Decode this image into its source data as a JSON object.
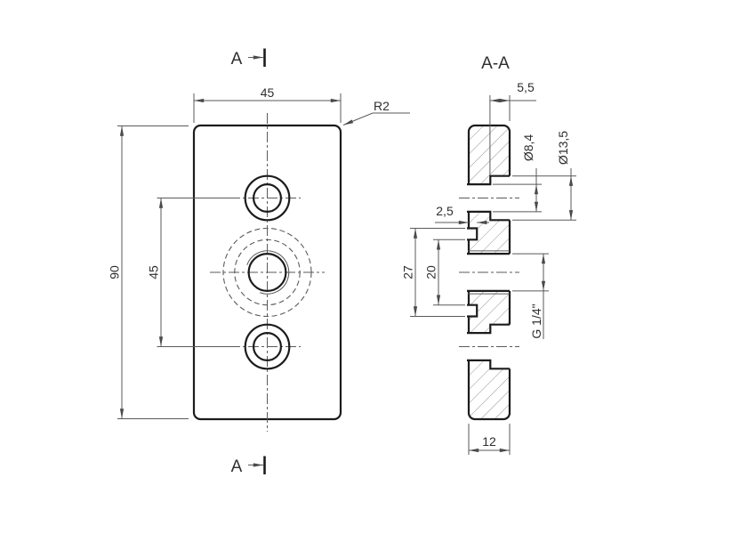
{
  "front": {
    "dim_width": "45",
    "dim_height": "90",
    "dim_hole_spacing": "45",
    "corner_radius": "R2",
    "section_label_top": "A",
    "section_label_bottom": "A"
  },
  "section": {
    "title": "A-A",
    "dim_cbore_depth": "5,5",
    "dim_hole_dia": "Ø8,4",
    "dim_cbore_dia": "Ø13,5",
    "dim_groove_depth": "2,5",
    "dim_groove_outer": "27",
    "dim_groove_inner": "20",
    "dim_thread": "G 1/4\"",
    "dim_thickness": "12"
  },
  "colors": {
    "paper": "#ffffff",
    "ink_bold": "#1c1c1c",
    "ink_thin": "#5a5a5a",
    "ink_text": "#2e2e2e",
    "hatch": "#969696"
  }
}
